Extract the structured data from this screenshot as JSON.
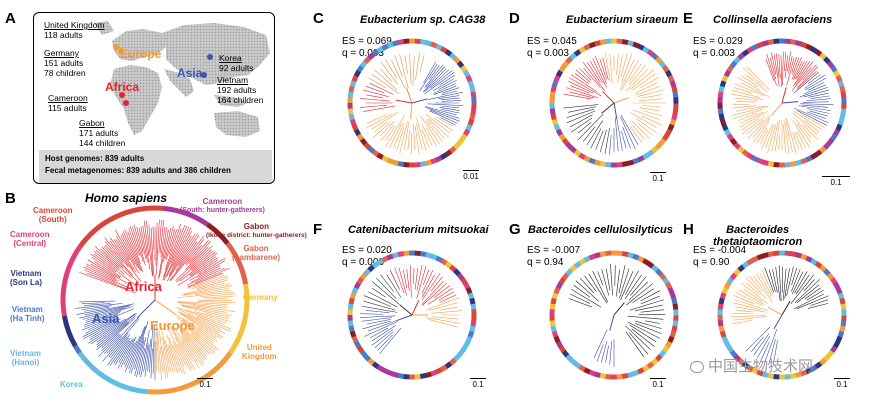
{
  "panels": {
    "A": {
      "letter": "A",
      "sites": [
        {
          "place": "United Kingdom",
          "lines": [
            "118 adults"
          ]
        },
        {
          "place": "Germany",
          "lines": [
            "151 adults",
            "78 children"
          ]
        },
        {
          "place": "Cameroon",
          "lines": [
            "115 adults"
          ]
        },
        {
          "place": "Gabon",
          "lines": [
            "171 adults",
            "144 children"
          ]
        },
        {
          "place": "Korea",
          "lines": [
            "92 adults"
          ]
        },
        {
          "place": "Vietnam",
          "lines": [
            "192 adults",
            "164 children"
          ]
        }
      ],
      "regions": {
        "europe": "Europe",
        "africa": "Africa",
        "asia": "Asia"
      },
      "summary": [
        "Host genomes: 839 adults",
        "Fecal metagenomes: 839 adults and 386 children"
      ]
    },
    "B": {
      "letter": "B",
      "title": "Homo sapiens",
      "groups": {
        "cameroon_south": [
          "Cameroon",
          "(South)"
        ],
        "cameroon_hunter": [
          "Cameroon",
          "(South: hunter-gatherers)"
        ],
        "gabon_ikobe": [
          "Gabon",
          "(Ikobe district: hunter-gatherers)"
        ],
        "gabon_lambarene": [
          "Gabon",
          "(Lambarene)"
        ],
        "cameroon_central": [
          "Cameroon",
          "(Central)"
        ],
        "germany": [
          "Germany"
        ],
        "vietnam_sonla": [
          "Vietnam",
          "(Son La)"
        ],
        "vietnam_hatinh": [
          "Vietnam",
          "(Ha Tinh)"
        ],
        "vietnam_hanoi": [
          "Vietnam",
          "(Hanoi)"
        ],
        "uk": [
          "United",
          "Kingdom"
        ],
        "korea": [
          "Korea"
        ]
      },
      "clades": {
        "africa": "Africa",
        "asia": "Asia",
        "europe": "Europe"
      },
      "scale": "0.1"
    },
    "C": {
      "letter": "C",
      "title": "Eubacterium sp. CAG38",
      "es": "ES = 0.069",
      "q": "q = 0.003",
      "scale": "0.01"
    },
    "D": {
      "letter": "D",
      "title": "Eubacterium siraeum",
      "es": "ES = 0.045",
      "q": "q = 0.003",
      "scale": "0.1"
    },
    "E": {
      "letter": "E",
      "title": "Collinsella aerofaciens",
      "es": "ES = 0.029",
      "q": "q = 0.003",
      "scale": "0.1"
    },
    "F": {
      "letter": "F",
      "title": "Catenibacterium mitsuokai",
      "es": "ES = 0.020",
      "q": "q = 0.003",
      "scale": "0.1"
    },
    "G": {
      "letter": "G",
      "title": "Bacteroides cellulosilyticus",
      "es": "ES = -0.007",
      "q": "q = 0.94",
      "scale": "0.1"
    },
    "H": {
      "letter": "H",
      "title_lines": [
        "Bacteroides",
        "thetaiotaomicron"
      ],
      "es": "ES = -0.004",
      "q": "q = 0.90",
      "scale": "0.1"
    }
  },
  "colors": {
    "africa": "#e8232a",
    "europe": "#f6a04a",
    "asia": "#3a50a8",
    "africa_text": "#e8232a",
    "europe_text": "#f39a2f",
    "asia_text": "#3a55b0",
    "cameroon_south": "#d9453a",
    "cameroon_hunter": "#a43a9a",
    "gabon_ikobe": "#8e1c23",
    "gabon_lambarene": "#e3604d",
    "cameroon_central": "#e0407a",
    "germany": "#f2c23a",
    "uk": "#f59a3a",
    "vietnam_sonla": "#2b3680",
    "vietnam_hatinh": "#4a7ac8",
    "vietnam_hanoi": "#6ab7e0",
    "korea": "#5cc0e4",
    "watermark": "#9a9a9a"
  },
  "watermark": "中国生物技术网"
}
